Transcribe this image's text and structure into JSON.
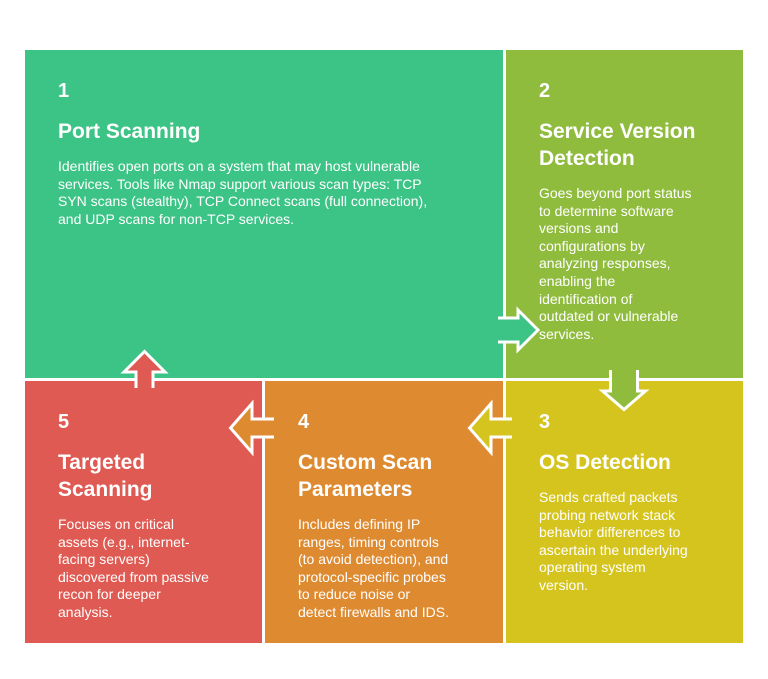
{
  "colors": {
    "background": "#ffffff",
    "text": "#ffffff",
    "step1": "#3cc386",
    "step2": "#90bc3e",
    "step3": "#d5c41e",
    "step4": "#de8a31",
    "step5": "#de5a52"
  },
  "steps": [
    {
      "number": "1",
      "title": "Port Scanning",
      "description": "Identifies open ports on a system that may host vulnerable\nservices. Tools like Nmap support various scan types: TCP\nSYN scans (stealthy), TCP Connect scans (full connection),\nand UDP scans for non-TCP services.",
      "color": "#3cc386"
    },
    {
      "number": "2",
      "title": "Service Version\nDetection",
      "description": "Goes beyond port status\nto determine software\nversions and\nconfigurations by\nanalyzing responses,\nenabling the\nidentification of\noutdated or vulnerable\nservices.",
      "color": "#90bc3e"
    },
    {
      "number": "3",
      "title": "OS Detection",
      "description": "Sends crafted packets\nprobing network stack\nbehavior differences to\nascertain the underlying\noperating system\nversion.",
      "color": "#d5c41e"
    },
    {
      "number": "4",
      "title": "Custom Scan\nParameters",
      "description": "Includes defining IP\nranges, timing controls\n(to avoid detection), and\nprotocol-specific probes\nto reduce noise or\ndetect firewalls and IDS.",
      "color": "#de8a31"
    },
    {
      "number": "5",
      "title": "Targeted\nScanning",
      "description": "Focuses on critical\nassets (e.g., internet-\nfacing servers)\ndiscovered from passive\nrecon for deeper\nanalysis.",
      "color": "#de5a52"
    }
  ],
  "arrows": [
    {
      "from": "1",
      "to": "2",
      "direction": "right"
    },
    {
      "from": "2",
      "to": "3",
      "direction": "down"
    },
    {
      "from": "3",
      "to": "4",
      "direction": "left"
    },
    {
      "from": "4",
      "to": "5",
      "direction": "left"
    },
    {
      "from": "5",
      "to": "1",
      "direction": "up"
    }
  ]
}
